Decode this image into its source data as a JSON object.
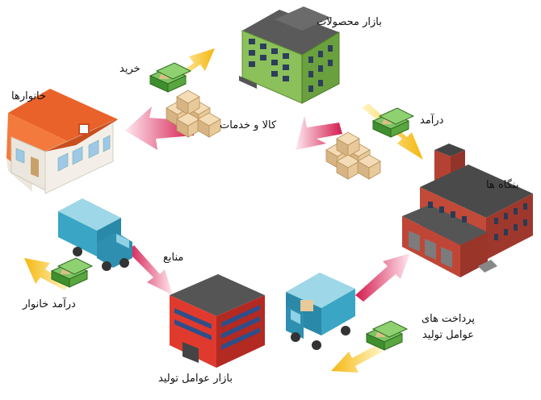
{
  "labels": {
    "product_market": "بازار محصولات",
    "purchase": "خرید",
    "households": "خانوارها",
    "goods_services": "کالا و خدمات",
    "revenue": "درآمد",
    "firms": "بنگاه ها",
    "resources": "منابع",
    "household_income": "درآمد خانوار",
    "factor_market": "بازار عوامل تولید",
    "factor_payments_line1": "پرداخت های",
    "factor_payments_line2": "عوامل تولید"
  },
  "colors": {
    "money_arrow": "#f5b70f",
    "goods_arrow": "#e0325f",
    "money_green": "#3f8f2e"
  }
}
